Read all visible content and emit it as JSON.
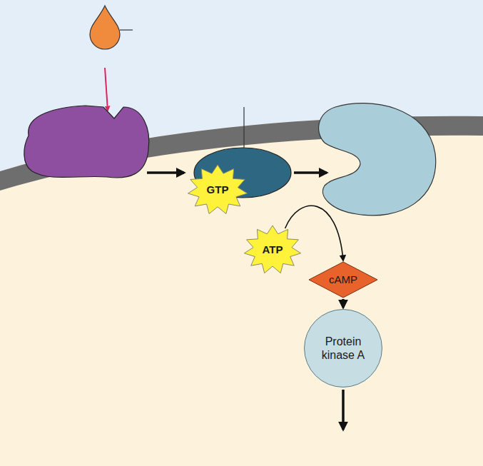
{
  "diagram": {
    "nodes": [
      {
        "text": [
          "GTP"
        ]
      },
      {
        "text": [
          "ATP"
        ]
      },
      {
        "text": [
          "cAMP"
        ]
      },
      {
        "text": [
          "Protein kinase A"
        ]
      }
    ],
    "edges": [
      {
        "from": 1,
        "to": 2,
        "arrow": "to"
      },
      {
        "from": 2,
        "to": 3,
        "arrow": "to"
      }
    ]
  }
}
